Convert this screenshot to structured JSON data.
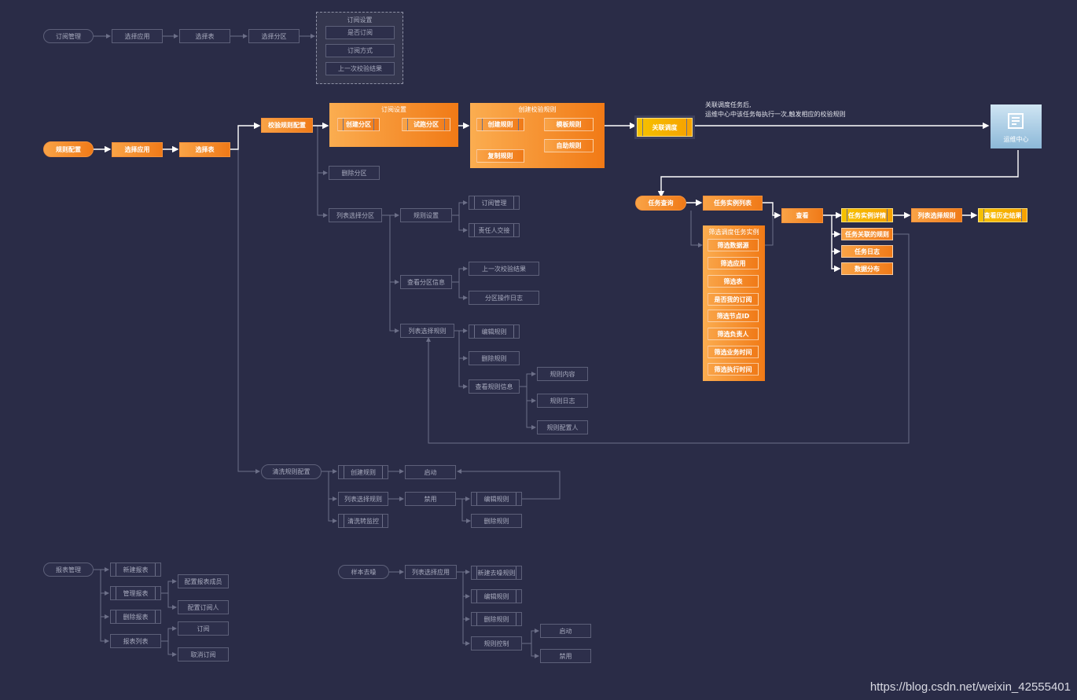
{
  "subscription": {
    "root": "订阅管理",
    "select_app": "选择应用",
    "select_table": "选择表",
    "select_partition": "选择分区",
    "settings_title": "订阅设置",
    "settings_items": [
      "是否订阅",
      "订阅方式",
      "上一次校验结果"
    ]
  },
  "rules": {
    "root": "规则配置",
    "select_app": "选择应用",
    "select_table": "选择表",
    "rule_config": "校验规则配置",
    "sub_settings_title": "订阅设置",
    "create_partition": "创建分区",
    "trial_partition": "试跑分区",
    "create_rule_title": "创建校验规则",
    "create_rule": "创建规则",
    "template_rule": "模板规则",
    "custom_rule": "自助规则",
    "copy_rule": "复制规则",
    "link_schedule": "关联调度",
    "note_line1": "关联调度任务后,",
    "note_line2": "运维中心中该任务每执行一次,触发相应的校验规则",
    "ops_center": "运维中心",
    "delete_partition": "删除分区",
    "list_select_partition": "列表选择分区",
    "rule_settings": "规则设置",
    "sub_manage": "订阅管理",
    "owner_handover": "责任人交接",
    "view_partition_info": "查看分区信息",
    "last_check_result": "上一次校验结果",
    "partition_log": "分区操作日志",
    "list_select_rule": "列表选择规则",
    "edit_rule": "编辑规则",
    "delete_rule": "删除规则",
    "view_rule_info": "查看规则信息",
    "rule_content": "规则内容",
    "rule_log": "规则日志",
    "rule_configurer": "规则配置人"
  },
  "task": {
    "query": "任务查询",
    "instance_list": "任务实例列表",
    "filter_title": "筛选调度任务实例",
    "filters": [
      "筛选数据源",
      "筛选应用",
      "筛选表",
      "是否我的订阅",
      "筛选节点ID",
      "筛选负责人",
      "筛选业务时间",
      "筛选执行时间"
    ],
    "view": "查看",
    "instance_detail": "任务实例详情",
    "linked_rules": "任务关联的规则",
    "task_log": "任务日志",
    "data_dist": "数据分布",
    "list_select_rule": "列表选择规则",
    "view_history": "查看历史结果"
  },
  "clean": {
    "root": "清洗规则配置",
    "create_rule": "创建规则",
    "list_select_rule": "列表选择规则",
    "clean_monitor": "清洗转监控",
    "start": "启动",
    "disable": "禁用",
    "edit_rule": "编辑规则",
    "delete_rule": "删除规则"
  },
  "report": {
    "root": "报表管理",
    "new_report": "新建报表",
    "manage_report": "管理报表",
    "delete_report": "删除报表",
    "report_list": "报表列表",
    "config_members": "配置报表成员",
    "config_subscribers": "配置订阅人",
    "subscribe": "订阅",
    "unsubscribe": "取消订阅"
  },
  "sample": {
    "root": "样本去噪",
    "list_select_app": "列表选择应用",
    "new_denoise_rule": "新建去噪规则",
    "edit_rule": "编辑规则",
    "delete_rule": "删除规则",
    "rule_control": "规则控制",
    "start": "启动",
    "disable": "禁用"
  },
  "watermark": "https://blog.csdn.net/weixin_42555401"
}
